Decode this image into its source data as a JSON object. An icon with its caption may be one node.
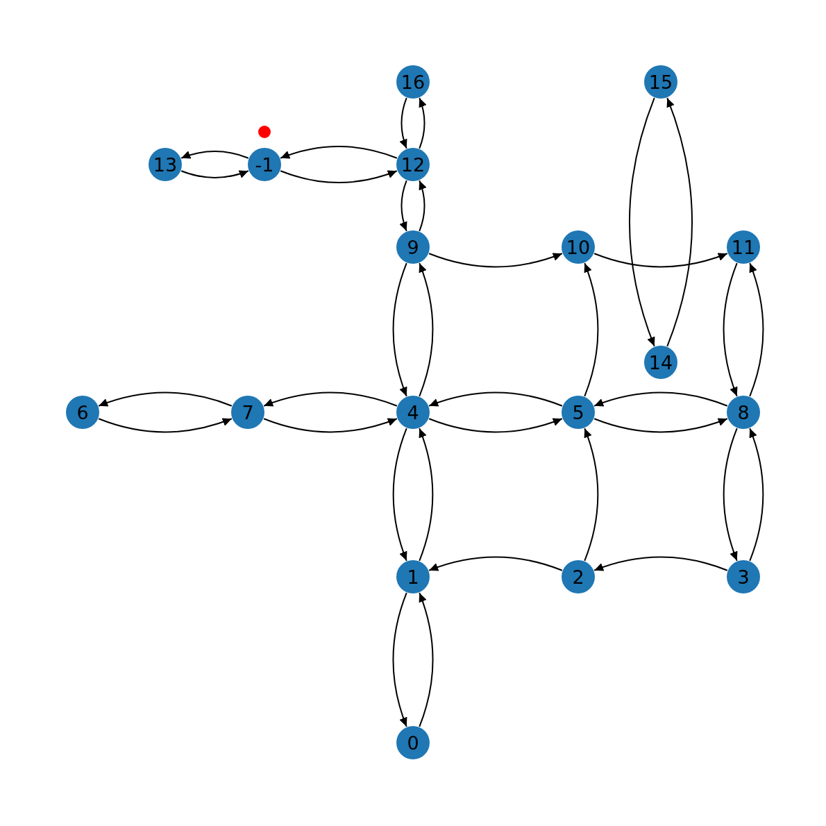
{
  "diagram": {
    "nodes": [
      {
        "text": [
          "16"
        ]
      },
      {
        "text": [
          "15"
        ]
      },
      {
        "text": [],
        "shape": "circle"
      },
      {
        "text": [
          "13"
        ]
      },
      {
        "text": [
          "-1"
        ]
      },
      {
        "text": [
          "12"
        ]
      },
      {
        "text": [
          "9"
        ]
      },
      {
        "text": [
          "10"
        ]
      },
      {
        "text": [
          "11"
        ]
      },
      {
        "text": [
          "14"
        ]
      },
      {
        "text": [
          "6"
        ]
      },
      {
        "text": [
          "7"
        ]
      },
      {
        "text": [
          "4"
        ]
      },
      {
        "text": [
          "5"
        ]
      },
      {
        "text": [
          "8"
        ]
      },
      {
        "text": [
          "1"
        ]
      },
      {
        "text": [
          "2"
        ]
      },
      {
        "text": [
          "3"
        ]
      },
      {
        "text": [
          "0"
        ]
      }
    ],
    "edges": [
      {
        "from": 5,
        "to": 0,
        "arrow": "to"
      },
      {
        "from": 0,
        "to": 5,
        "arrow": "to"
      },
      {
        "from": 4,
        "to": 3,
        "arrow": "to"
      },
      {
        "from": 3,
        "to": 4,
        "arrow": "to"
      },
      {
        "from": 5,
        "to": 4,
        "arrow": "to"
      },
      {
        "from": 4,
        "to": 5,
        "arrow": "to"
      },
      {
        "from": 5,
        "to": 6,
        "arrow": "to"
      },
      {
        "from": 6,
        "to": 5,
        "arrow": "to"
      },
      {
        "from": 6,
        "to": 7,
        "arrow": "to"
      },
      {
        "from": 7,
        "to": 8,
        "arrow": "to"
      },
      {
        "from": 1,
        "to": 9,
        "arrow": "to"
      },
      {
        "from": 9,
        "to": 1,
        "arrow": "to"
      },
      {
        "from": 6,
        "to": 12,
        "arrow": "to"
      },
      {
        "from": 12,
        "to": 6,
        "arrow": "to"
      },
      {
        "from": 13,
        "to": 7,
        "arrow": "to"
      },
      {
        "from": 8,
        "to": 14,
        "arrow": "to"
      },
      {
        "from": 14,
        "to": 8,
        "arrow": "to"
      },
      {
        "from": 11,
        "to": 10,
        "arrow": "to"
      },
      {
        "from": 10,
        "to": 11,
        "arrow": "to"
      },
      {
        "from": 12,
        "to": 11,
        "arrow": "to"
      },
      {
        "from": 11,
        "to": 12,
        "arrow": "to"
      },
      {
        "from": 12,
        "to": 13,
        "arrow": "to"
      },
      {
        "from": 13,
        "to": 12,
        "arrow": "to"
      },
      {
        "from": 13,
        "to": 14,
        "arrow": "to"
      },
      {
        "from": 14,
        "to": 13,
        "arrow": "to"
      },
      {
        "from": 12,
        "to": 15,
        "arrow": "to"
      },
      {
        "from": 15,
        "to": 12,
        "arrow": "to"
      },
      {
        "from": 16,
        "to": 13,
        "arrow": "to"
      },
      {
        "from": 16,
        "to": 15,
        "arrow": "to"
      },
      {
        "from": 14,
        "to": 17,
        "arrow": "to"
      },
      {
        "from": 17,
        "to": 14,
        "arrow": "to"
      },
      {
        "from": 17,
        "to": 16,
        "arrow": "to"
      },
      {
        "from": 15,
        "to": 18,
        "arrow": "to"
      },
      {
        "from": 18,
        "to": 15,
        "arrow": "to"
      }
    ]
  }
}
